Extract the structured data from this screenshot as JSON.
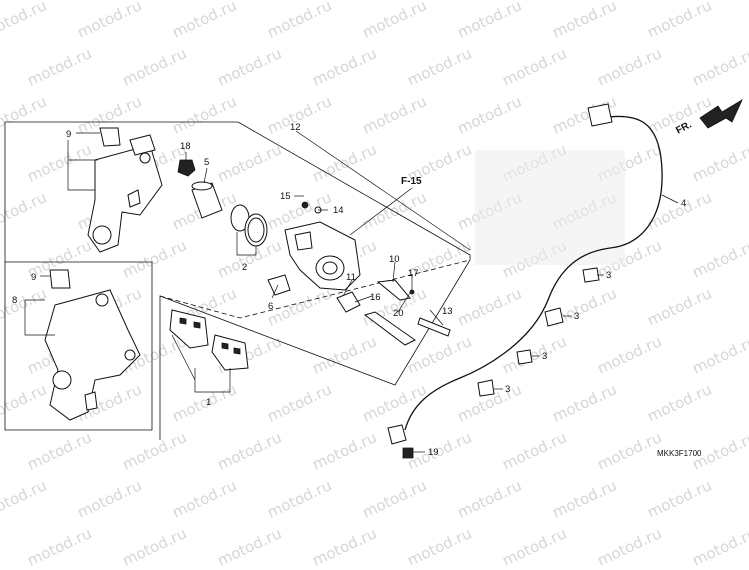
{
  "watermark": "motod.ru",
  "diagram_code": "MKK3F1700",
  "reference_label": "F-15",
  "direction_label": "FR.",
  "callouts": {
    "c1": "1",
    "c2": "2",
    "c3a": "3",
    "c3b": "3",
    "c3c": "3",
    "c3d": "3",
    "c4": "4",
    "c5": "5",
    "c6": "6",
    "c8": "8",
    "c9a": "9",
    "c9b": "9",
    "c10": "10",
    "c11": "11",
    "c12": "12",
    "c13": "13",
    "c14": "14",
    "c15": "15",
    "c16": "16",
    "c17": "17",
    "c18": "18",
    "c19": "19",
    "c20": "20"
  }
}
